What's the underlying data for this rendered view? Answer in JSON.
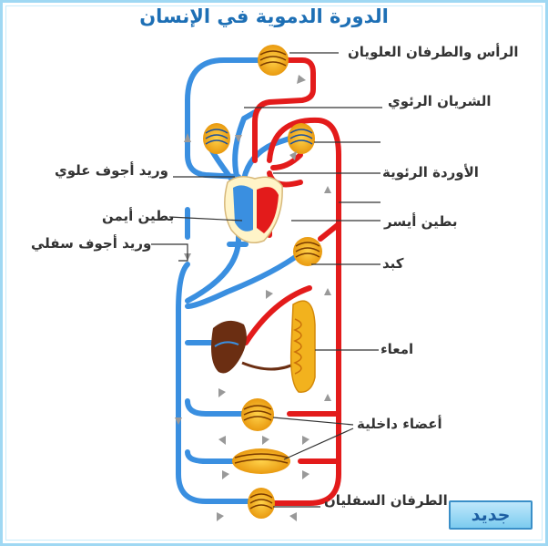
{
  "title": "الدورة الدموية في الإنسان",
  "labels": {
    "head_arms": "الرأس والطرفان العلويان",
    "pulmonary_artery": "الشريان الرئوي",
    "superior_vena_cava": "وريد أجوف علوي",
    "pulmonary_veins": "الأوردة الرئوية",
    "right_ventricle": "بطين أيمن",
    "left_ventricle": "بطين أيسر",
    "inferior_vena_cava": "وريد أجوف سفلي",
    "liver": "كبد",
    "intestines": "امعاء",
    "internal_organs": "أعضاء داخلية",
    "legs": "الطرفان السفليان"
  },
  "new_button": "جديد",
  "colors": {
    "artery": "#e31b1b",
    "vein": "#3a8fe0",
    "capillary_bed": "#f2b21e",
    "liver": "#6b2e12",
    "title": "#1d6fb5"
  }
}
